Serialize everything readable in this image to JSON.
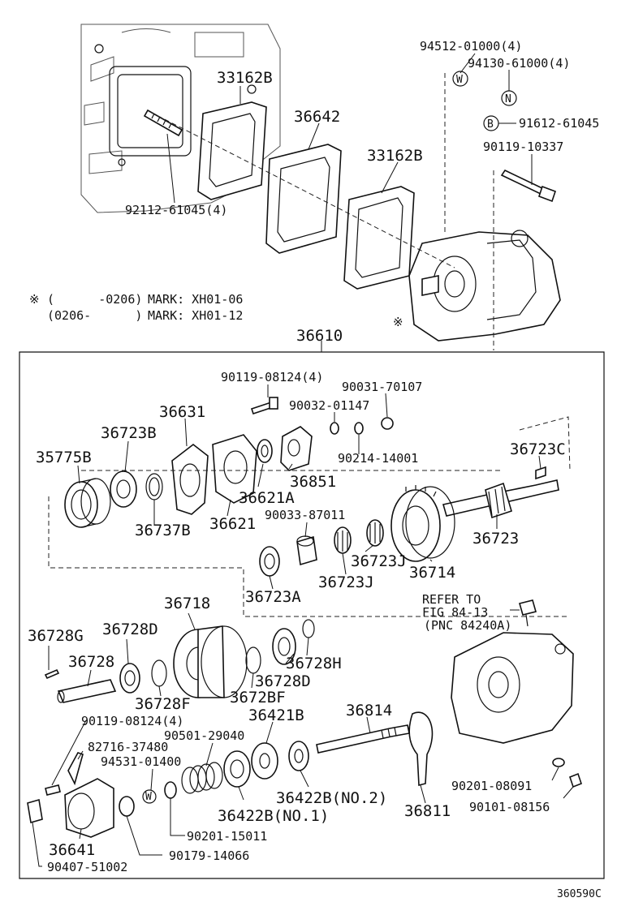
{
  "diagram_id": "360590C",
  "note": {
    "symbol": "※",
    "row1_range": "(      -0206)",
    "row1_mark": "MARK: XH01-06",
    "row2_range": "(0206-      )",
    "row2_mark": "MARK: XH01-12"
  },
  "symbols": {
    "w": "W",
    "n": "N",
    "b": "B",
    "asterisk": "※"
  },
  "reference": {
    "line1": "REFER TO",
    "line2": "FIG 84-13",
    "line3": "(PNC 84240A)"
  },
  "labels": {
    "p94512": "94512-01000(4)",
    "p94130": "94130-61000(4)",
    "p91612": "91612-61045",
    "p90119_10337": "90119-10337",
    "p33162B_top": "33162B",
    "p36642": "36642",
    "p33162B_mid": "33162B",
    "p92112": "92112-61045(4)",
    "p36610": "36610",
    "p90119_08124_top": "90119-08124(4)",
    "p90031": "90031-70107",
    "p90032": "90032-01147",
    "p36631": "36631",
    "p36723B": "36723B",
    "p35775B": "35775B",
    "p90214": "90214-14001",
    "p36851": "36851",
    "p36621A": "36621A",
    "p36723C": "36723C",
    "p90033": "90033-87011",
    "p36737B": "36737B",
    "p36621": "36621",
    "p36723": "36723",
    "p36723J_a": "36723J",
    "p36714": "36714",
    "p36723J_b": "36723J",
    "p36723A": "36723A",
    "p36718": "36718",
    "p36728G": "36728G",
    "p36728D_a": "36728D",
    "p36728": "36728",
    "p36728H": "36728H",
    "p36728D_b": "36728D",
    "p36728F_a": "36728F",
    "p36728F_b": "3672BF",
    "p90119_08124_bot": "90119-08124(4)",
    "p36421B": "36421B",
    "p36814": "36814",
    "p90501": "90501-29040",
    "p82716": "82716-37480",
    "p94531": "94531-01400",
    "p36422B_2": "36422B(NO.2)",
    "p36422B_1": "36422B(NO.1)",
    "p90201_08091": "90201-08091",
    "p36811": "36811",
    "p90101": "90101-08156",
    "p90201_15011": "90201-15011",
    "p36641": "36641",
    "p90179": "90179-14066",
    "p90407": "90407-51002"
  }
}
